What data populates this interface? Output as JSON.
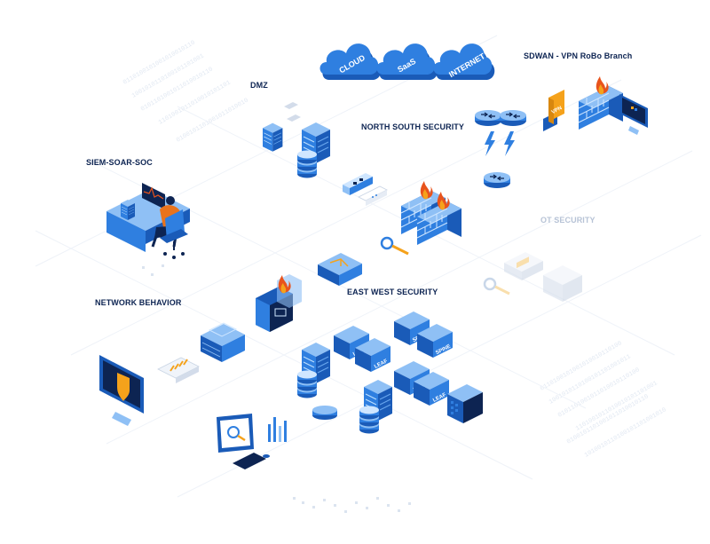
{
  "labels": {
    "dmz": "DMZ",
    "sdwan": "SDWAN - VPN RoBo Branch",
    "north_south": "NORTH SOUTH SECURITY",
    "siem": "SIEM-SOAR-SOC",
    "ot_security": "OT SECURITY",
    "east_west": "EAST WEST SECURITY",
    "network_behavior": "NETWORK BEHAVIOR"
  },
  "clouds": [
    "CLOUD",
    "SaaS",
    "INTERNET"
  ],
  "tags": {
    "vpn": "VPN",
    "leaf": "LEAF",
    "spine": "SPINE"
  },
  "colors": {
    "primary_blue": "#2f7fe0",
    "dark_blue": "#0d2452",
    "mid_blue": "#1a5bb8",
    "light_blue": "#8fc0f5",
    "accent_orange": "#f5a21b",
    "flame_red": "#e8531c",
    "faded_grey": "#c9d4e4"
  }
}
